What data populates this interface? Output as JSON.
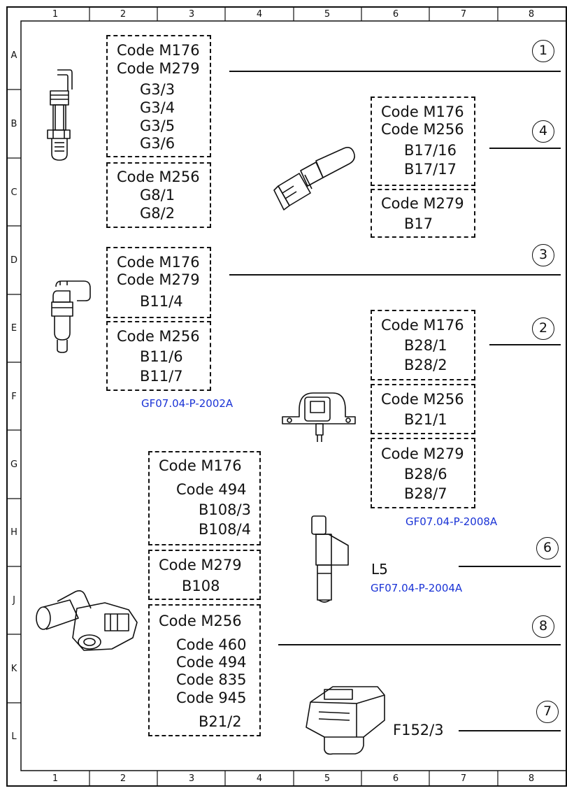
{
  "grid": {
    "columns": [
      "1",
      "2",
      "3",
      "4",
      "5",
      "6",
      "7",
      "8"
    ],
    "rows": [
      "A",
      "B",
      "C",
      "D",
      "E",
      "F",
      "G",
      "H",
      "J",
      "K",
      "L"
    ]
  },
  "items": {
    "c1": "1",
    "c2": "2",
    "c3": "3",
    "c4": "4",
    "c6": "6",
    "c7": "7",
    "c8": "8"
  },
  "g1": {
    "box1": [
      "Code M176",
      "Code M279",
      "G3/3",
      "G3/4",
      "G3/5",
      "G3/6"
    ],
    "box2": [
      "Code M256",
      "G8/1",
      "G8/2"
    ]
  },
  "g4": {
    "box1": [
      "Code M176",
      "Code M256",
      "B17/16",
      "B17/17"
    ],
    "box2": [
      "Code M279",
      "B17"
    ]
  },
  "g3": {
    "box1": [
      "Code M176",
      "Code M279",
      "B11/4"
    ],
    "box2": [
      "Code M256",
      "B11/6",
      "B11/7"
    ],
    "ref": "GF07.04-P-2002A"
  },
  "g2": {
    "box1": [
      "Code M176",
      "B28/1",
      "B28/2"
    ],
    "box2": [
      "Code M256",
      "B21/1"
    ],
    "box3": [
      "Code M279",
      "B28/6",
      "B28/7"
    ],
    "ref": "GF07.04-P-2008A"
  },
  "g8": {
    "box1": [
      "Code M176",
      "Code 494",
      "B108/3",
      "B108/4"
    ],
    "box2": [
      "Code M279",
      "B108"
    ],
    "box3": [
      "Code M256",
      "Code 460",
      "Code 494",
      "Code 835",
      "Code 945",
      "B21/2"
    ]
  },
  "g6": {
    "label": "L5",
    "ref": "GF07.04-P-2004A"
  },
  "g7": {
    "label": "F152/3"
  }
}
